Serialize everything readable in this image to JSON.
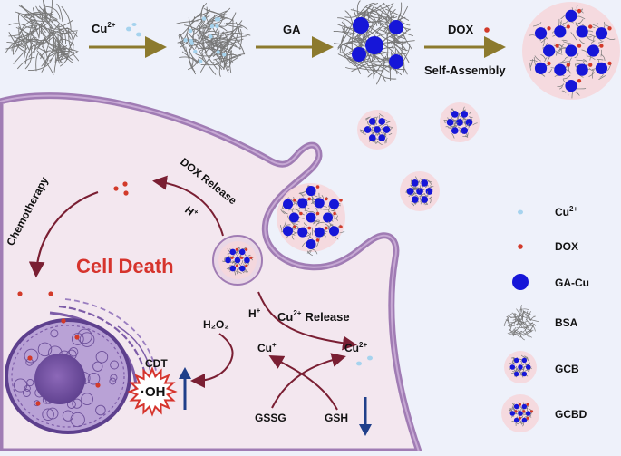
{
  "top_row": {
    "step1_reagent": "Cu",
    "step1_charge": "2+",
    "step2_reagent": "GA",
    "step3_reagent": "DOX",
    "step3_process": "Self-Assembly"
  },
  "cell": {
    "title": "Cell Death",
    "chemotherapy": "Chemotherapy",
    "dox_release": "DOX Release",
    "h_plus_1": "H",
    "h_plus_1_charge": "+",
    "h_plus_2": "H",
    "h_plus_2_charge": "+",
    "cu_release": "Cu",
    "cu_release_charge": "2+",
    "cu_release_word": "Release",
    "h2o2": "H₂O₂",
    "cu_plus": "Cu",
    "cu_plus_charge": "+",
    "cu_2plus": "Cu",
    "cu_2plus_charge": "2+",
    "cdt": "CDT",
    "oh": "·OH",
    "gssg": "GSSG",
    "gsh": "GSH"
  },
  "legend": [
    {
      "label": "Cu",
      "sup": "2+",
      "icon": "cu-ion-icon"
    },
    {
      "label": "DOX",
      "sup": "",
      "icon": "dox-dot-icon"
    },
    {
      "label": "GA-Cu",
      "sup": "",
      "icon": "ga-cu-sphere-icon"
    },
    {
      "label": "BSA",
      "sup": "",
      "icon": "bsa-fiber-icon"
    },
    {
      "label": "GCB",
      "sup": "",
      "icon": "gcb-particle-icon"
    },
    {
      "label": "GCBD",
      "sup": "",
      "icon": "gcbd-particle-icon"
    }
  ],
  "colors": {
    "background": "#eef1fa",
    "cell_fill": "#f3e7ef",
    "membrane": "#a07cb4",
    "arrow_gold": "#8c7a2e",
    "arrow_dark_red": "#7a1f33",
    "dox_red": "#d23a2a",
    "ga_cu_blue": "#1616d8",
    "cu_ion": "#a6d3ee",
    "title_red": "#d6342d",
    "down_arrow_blue": "#1f3f8a"
  }
}
